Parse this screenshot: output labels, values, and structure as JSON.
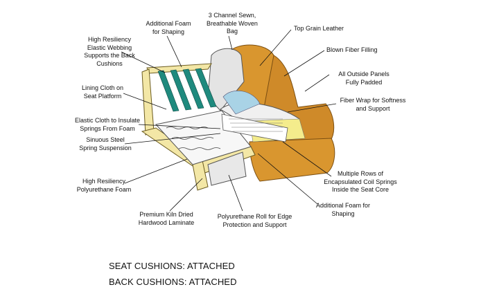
{
  "labels": {
    "additional_foam_shaping_top": "Additional Foam\nfor Shaping",
    "three_channel_bag": "3 Channel Sewn,\nBreathable Woven\nBag",
    "top_grain_leather": "Top Grain Leather",
    "high_resiliency_webbing": "High Resiliency\nElastic Webbing\nSupports the Back\nCushions",
    "blown_fiber_filling": "Blown Fiber Filling",
    "outside_panels_padded": "All Outside Panels\nFully Padded",
    "lining_cloth": "Lining Cloth on\nSeat Platform",
    "fiber_wrap": "Fiber Wrap for Softness\nand Support",
    "elastic_cloth": "Elastic Cloth to Insulate\nSprings From Foam",
    "sinuous_steel": "Sinuous Steel\nSpring Suspension",
    "high_resiliency_foam": "High Resiliency\nPolyurethane Foam",
    "encapsulated_coils": "Multiple Rows of\nEncapsulated Coil Springs\nInside the Seat Core",
    "additional_foam_shaping_bottom": "Additional Foam for\nShaping",
    "kiln_dried_hardwood": "Premium Kiln Dried\nHardwood Laminate",
    "polyurethane_roll": "Polyurethane Roll for Edge\nProtection and Support"
  },
  "captions": {
    "seat_cushions": "SEAT CUSHIONS: ATTACHED",
    "back_cushions": "BACK CUSHIONS: ATTACHED"
  },
  "colors": {
    "leather": "#d9962f",
    "leather_dark": "#b8741d",
    "wood": "#f3e7a6",
    "webbing": "#1f8a7e",
    "foam_yellow": "#f4ec8c",
    "foam_blue": "#a9d3e6",
    "padding": "#e4e4e4"
  }
}
